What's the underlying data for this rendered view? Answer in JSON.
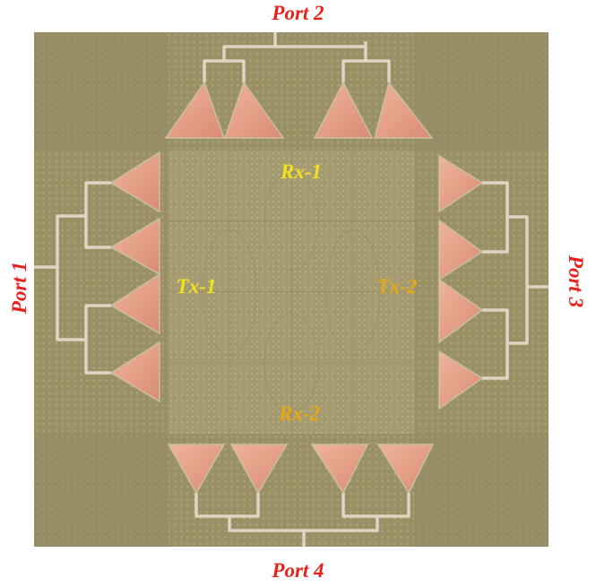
{
  "ports": {
    "top": "Port 2",
    "bottom": "Port 4",
    "left": "Port 1",
    "right": "Port 3"
  },
  "regions": {
    "rx1": "Rx-1",
    "rx2": "Rx-2",
    "tx1": "Tx-1",
    "tx2": "Tx-2"
  },
  "colors": {
    "port_label": "#e8211c",
    "rx1_label": "#f2e21e",
    "rx2_label": "#e7a716",
    "tx1_label": "#f2e21e",
    "tx2_label": "#e7a716",
    "substrate": "#9a9066",
    "substrate_center": "#a49a6e",
    "copper": "#e7a28a",
    "trace": "#dcd6c4"
  }
}
